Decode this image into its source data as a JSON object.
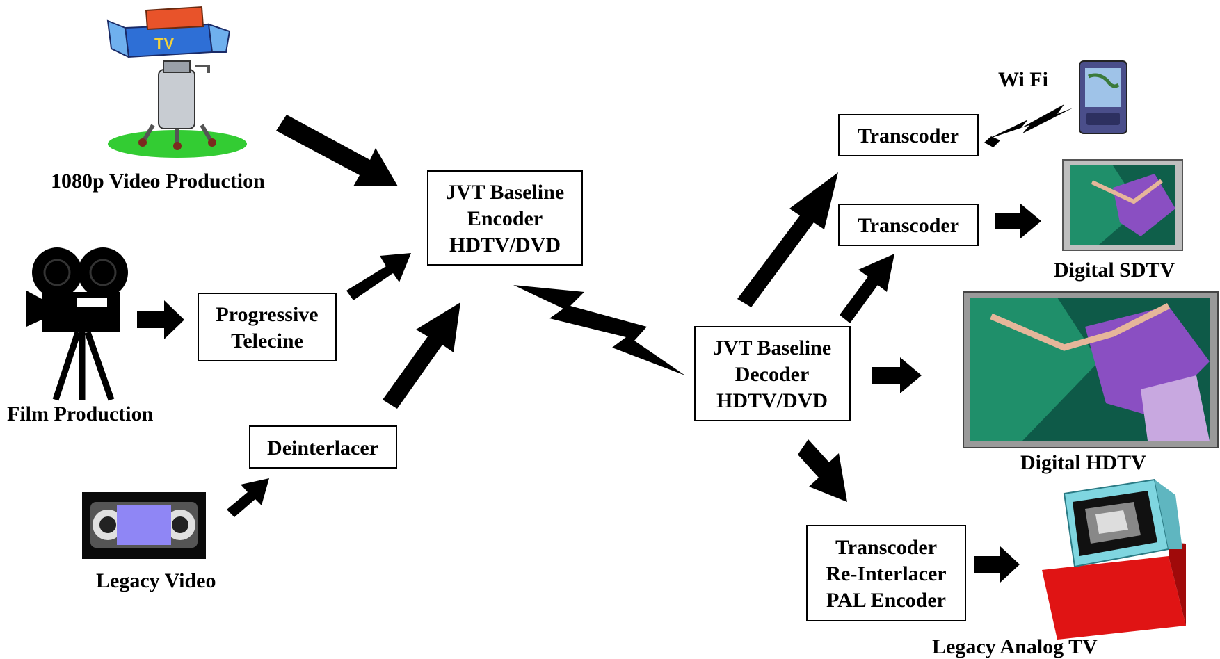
{
  "labels": {
    "video_production": "1080p Video Production",
    "film_production": "Film Production",
    "legacy_video": "Legacy Video",
    "wifi": "Wi Fi",
    "digital_sdtv": "Digital SDTV",
    "digital_hdtv": "Digital HDTV",
    "legacy_analog_tv": "Legacy Analog TV",
    "tv_sign": "TV"
  },
  "boxes": {
    "encoder": [
      "JVT Baseline",
      "Encoder",
      "HDTV/DVD"
    ],
    "telecine": [
      "Progressive",
      "Telecine"
    ],
    "deinterlacer": [
      "Deinterlacer"
    ],
    "decoder": [
      "JVT Baseline",
      "Decoder",
      "HDTV/DVD"
    ],
    "transcoder_wifi": [
      "Transcoder"
    ],
    "transcoder_sdtv": [
      "Transcoder"
    ],
    "transcoder_pal": [
      "Transcoder",
      "Re-Interlacer",
      "PAL Encoder"
    ]
  },
  "colors": {
    "camera_body": "#2e6fd6",
    "camera_top": "#e8532a",
    "pedestal": "#c8ccd2",
    "grass": "#33cc33",
    "vhs_window": "#8f86f5",
    "analog_tv_stand": "#e01414",
    "analog_tv_case": "#7fd6e0",
    "screen_green": "#1f8f6a",
    "screen_purple": "#8a4fc2"
  },
  "icons": [
    "tv-camera-icon",
    "film-camera-icon",
    "vhs-tape-icon",
    "pda-device-icon",
    "sdtv-screen-icon",
    "hdtv-screen-icon",
    "analog-tv-icon",
    "lightning-bolt-icon"
  ]
}
